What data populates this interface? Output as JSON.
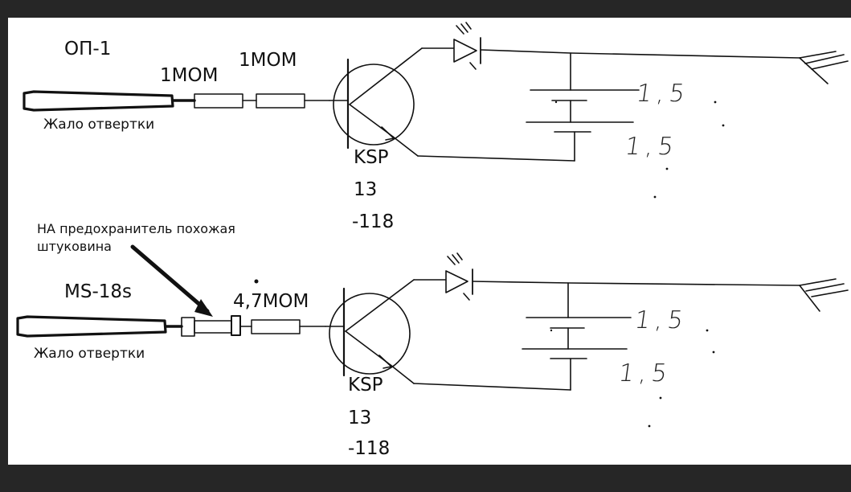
{
  "circuits": [
    {
      "model": "ОП-1",
      "probe_label": "Жало отвертки",
      "resistors": [
        "1МОМ",
        "1МОМ"
      ],
      "transistor": [
        "KSP",
        "13",
        "-118"
      ],
      "batteries": [
        "1,5",
        "1,5"
      ]
    },
    {
      "model": "MS-18s",
      "probe_label": "Жало отвертки",
      "resistors": [
        "4,7МОМ"
      ],
      "transistor": [
        "KSP",
        "13",
        "-118"
      ],
      "batteries": [
        "1,5",
        "1,5"
      ]
    }
  ],
  "annotation": {
    "line1": "НА предохранитель похожая",
    "line2": "штуковина"
  },
  "colors": {
    "frame": "#262626",
    "sheet": "#ffffff",
    "ink": "#111111"
  }
}
